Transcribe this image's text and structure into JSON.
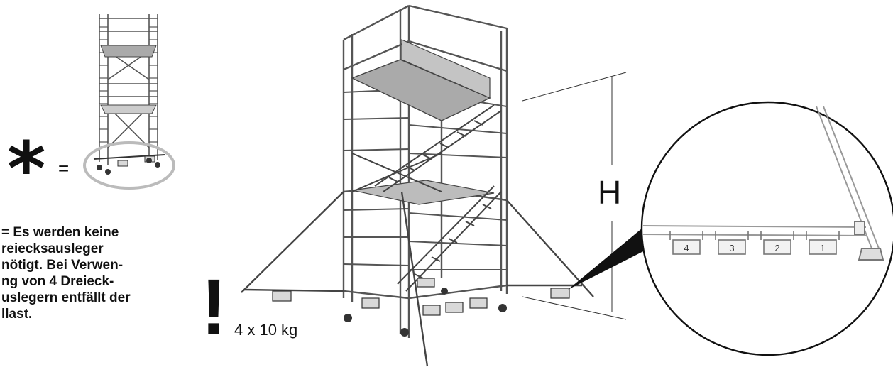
{
  "figure": {
    "asterisk": "*",
    "equals": "=",
    "note_lines": [
      "= Es werden keine",
      "reiecksausleger",
      "nötigt. Bei Verwen-",
      "ng von 4 Dreieck-",
      "uslegern entfällt der",
      "llast."
    ],
    "height_label": "H",
    "warning_symbol": "!",
    "ballast_weight": "4 x 10 kg",
    "ballast_numbers": [
      "4",
      "3",
      "2",
      "1"
    ]
  },
  "colors": {
    "line": "#111111",
    "frame": "#555555",
    "platform": "#aaaaaa",
    "highlight_ring": "#bbbbbb",
    "ballast": "#d9d9d9"
  }
}
